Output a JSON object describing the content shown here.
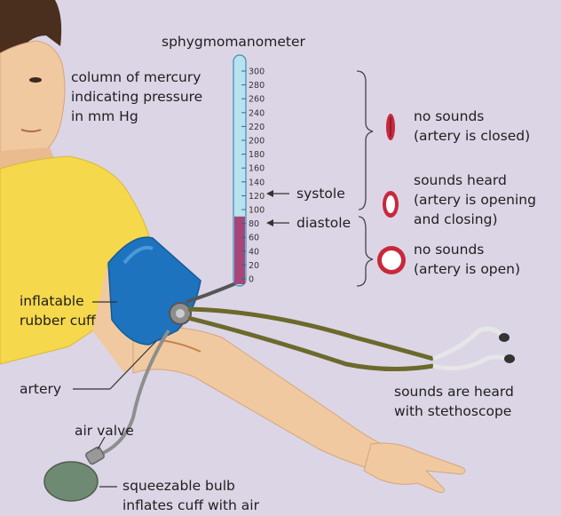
{
  "title": "sphygmomanometer",
  "labels": {
    "mercury_column": [
      "column of mercury",
      "indicating pressure",
      "in mm Hg"
    ],
    "systole": "systole",
    "diastole": "diastole",
    "cuff": [
      "inflatable",
      "rubber cuff"
    ],
    "artery": "artery",
    "air_valve": "air valve",
    "bulb": [
      "squeezable bulb",
      "inflates cuff with air"
    ],
    "stethoscope": [
      "sounds are heard",
      "with stethoscope"
    ]
  },
  "artery_states": [
    {
      "lines": [
        "no sounds",
        "(artery is closed)"
      ],
      "state": "closed"
    },
    {
      "lines": [
        "sounds heard",
        "(artery is opening",
        "and closing)"
      ],
      "state": "opening"
    },
    {
      "lines": [
        "no sounds",
        "(artery is open)"
      ],
      "state": "open"
    }
  ],
  "scale": {
    "ticks": [
      "300",
      "280",
      "260",
      "240",
      "220",
      "200",
      "180",
      "160",
      "140",
      "120",
      "100",
      "80",
      "60",
      "40",
      "20",
      "0"
    ],
    "unit": "mm Hg",
    "mercury_level": 90,
    "systole_value": 120,
    "diastole_value": 80
  },
  "colors": {
    "background": "#dcd5e6",
    "skin": "#f0c9a0",
    "shirt": "#f6d84c",
    "cuff": "#1e73be",
    "mercury": "#a8457a",
    "tube_blue": "#4fb6d8",
    "artery_red": "#c8283c",
    "hose": "#6b6a2c"
  }
}
